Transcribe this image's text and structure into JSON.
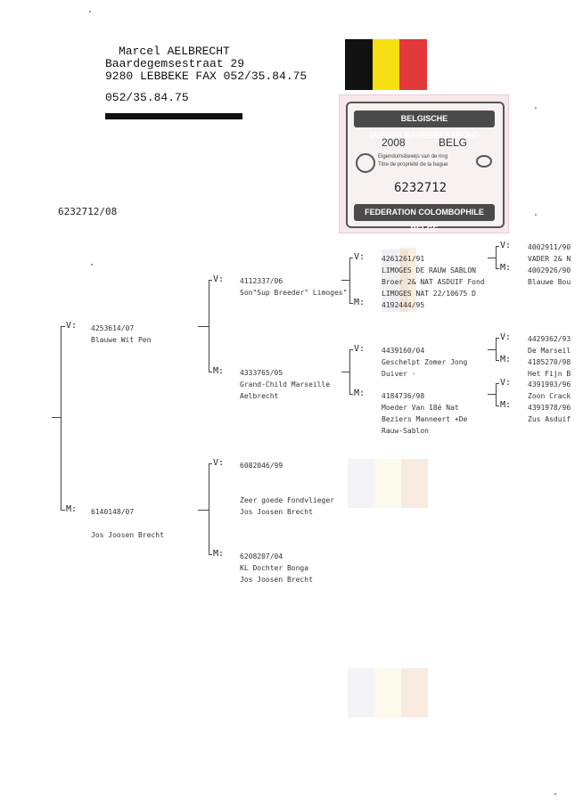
{
  "header": {
    "name": "Marcel AELBRECHT",
    "street": "Baardegemsestraat 29",
    "city_fax": "9280  LEBBEKE FAX 052/35.84.75",
    "phone": "052/35.84.75"
  },
  "flag": {
    "colors": [
      "#111111",
      "#f6e012",
      "#e23a3a"
    ]
  },
  "ring_card": {
    "org_top": "BELGISCHE DUIVENLIEFHEBBERSBOND",
    "year": "2008",
    "country": "BELG",
    "line1": "Eigendomsbewijs van de ring",
    "line2": "Titre de propriété de la bague",
    "ring_number": "6232712",
    "org_bottom": "FEDERATION COLOMBOPHILE BELGE"
  },
  "pigeon_id": "6232712/08",
  "labels": {
    "father": "V:",
    "mother": "M:"
  },
  "pedigree": {
    "gen1": {
      "sire": {
        "ring": "4253614/07",
        "lines": [
          "Blauwe Wit Pen"
        ]
      },
      "dam": {
        "ring": "6140148/07",
        "lines": [
          "Jos Joosen Brecht"
        ]
      }
    },
    "gen2": {
      "ss": {
        "ring": "4112337/06",
        "lines": [
          "Son\"Sup Breeder\" Limoges\""
        ]
      },
      "sd": {
        "ring": "4333765/05",
        "lines": [
          "Grand-Child Marseille",
          "Aelbrecht"
        ]
      },
      "ds": {
        "ring": "6082046/99",
        "lines": [
          "Zeer goede Fondvlieger",
          "Jos Joosen Brecht"
        ]
      },
      "dd": {
        "ring": "6208207/04",
        "lines": [
          "KL Dochter Bonga",
          "Jos Joosen Brecht"
        ]
      }
    },
    "gen3": {
      "sss": {
        "ring": "4261261/91",
        "lines": [
          "LIMOGES DE RAUW SABLON",
          "Broer 2& NAT ASDUIF Fond",
          "LIMOGES NAT 22/10675 D"
        ]
      },
      "ssd": {
        "ring": "4192444/95"
      },
      "sds": {
        "ring": "4439160/04",
        "lines": [
          "Geschelpt Zomer Jong",
          "Duiver  ·"
        ]
      },
      "sdd": {
        "ring": "4184736/98",
        "lines": [
          "Moeder Van 18é Nat",
          "Beziers Manneert +De",
          "Rauw-Sablon"
        ]
      }
    },
    "gen4": {
      "a": {
        "ring": "4002911/90",
        "line": "VADER 2& N"
      },
      "b": {
        "ring": "4002926/90",
        "line": "Blauwe Bou"
      },
      "c": {
        "ring": "4429362/93",
        "line": "De Marseil"
      },
      "d": {
        "ring": "4185270/98",
        "line": "Het Fijn B"
      },
      "e": {
        "ring": "4391993/96",
        "line": "Zoon Crack"
      },
      "f": {
        "ring": "4391978/96",
        "line": "Zus Asduif"
      }
    }
  }
}
